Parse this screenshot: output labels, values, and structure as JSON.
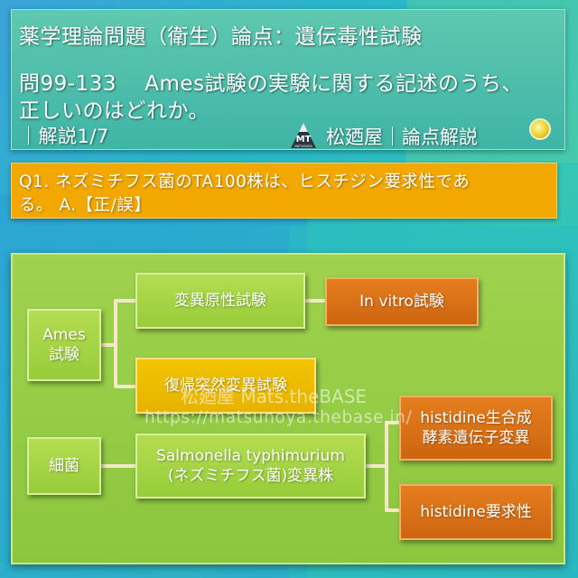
{
  "header": {
    "line1": "薬学理論問題（衛生）論点：遺伝毒性試験",
    "line2": "問99-133　 Ames試験の実験に関する記述のうち、",
    "line3": "正しいのはどれか。",
    "line4": "｜解説1/7",
    "brand": "松廼屋｜論点解説",
    "logo_text": "MT",
    "logo_sub": "MATSUNOYA"
  },
  "question": {
    "line1": "Q1. ネズミチフス菌のTA100株は、ヒスチジン要求性であ",
    "line2": "る。 A.【正/誤】"
  },
  "diagram": {
    "ames": "Ames\n試験",
    "mutagenicity": "変異原性試験",
    "in_vitro": "In vitro試験",
    "reverse_mutation": "復帰突然変異試験",
    "bacteria": "細菌",
    "salmonella": "Salmonella typhimurium\n(ネズミチフス菌)変異株",
    "histidine_gene": "histidine生合成\n酵素遺伝子変異",
    "histidine_req": "histidine要求性"
  },
  "watermark": {
    "line1": "松廼屋 Mats.theBASE",
    "line2": "https://matsunoya.thebase.in/"
  },
  "colors": {
    "header_bg": "#4fbeab",
    "question_bg": "#f2a800",
    "panel_bg": "#95cb45",
    "box_green": "#a6d548",
    "box_orange": "#db7319",
    "box_yellow": "#f0c000"
  }
}
